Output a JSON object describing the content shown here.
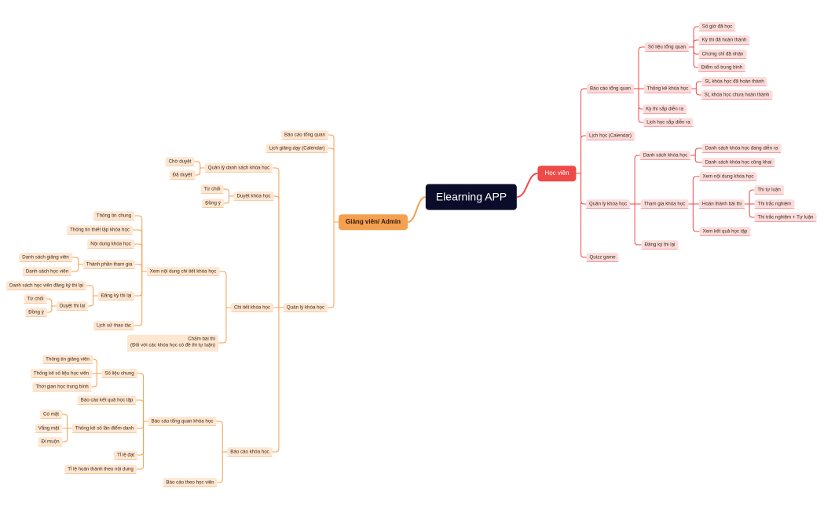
{
  "root": {
    "label": "Elearning APP"
  },
  "hoc_vien": {
    "label": "Học viên",
    "bao_cao_tong_quan": {
      "label": "Báo cáo tổng quan",
      "so_lieu_tong_quan": {
        "label": "Số liệu tổng quan",
        "items": [
          "Số giờ đã học",
          "Kỳ thi đã hoàn thành",
          "Chứng chỉ đã nhận",
          "Điểm số trung bình"
        ]
      },
      "thong_ke_khoa_hoc": {
        "label": "Thống kê khóa học",
        "items": [
          "SL khóa học đã hoàn thành",
          "SL khóa học chưa hoàn thành"
        ]
      },
      "ky_thi_sap_dien_ra": "Kỳ thi sắp diễn ra",
      "lich_hoc_sap_dien_ra": "Lịch học sắp diễn ra"
    },
    "lich_hoc": "Lịch học (Calendar)",
    "quan_ly_khoa_hoc": {
      "label": "Quản lý khóa học",
      "danh_sach_khoa_hoc": {
        "label": "Danh sách khóa học",
        "items": [
          "Danh sách khóa học đang diễn ra",
          "Danh sách khóa học công khai"
        ]
      },
      "tham_gia_khoa_hoc": {
        "label": "Tham gia khóa học",
        "xem_noi_dung": "Xem nội dung khóa học",
        "hoan_thanh_bai_thi": {
          "label": "Hoàn thành bài thi",
          "items": [
            "Thi tự luận",
            "Thi trắc nghiệm",
            "Thi trắc nghiệm + Tự luận"
          ]
        },
        "xem_ket_qua": "Xem kết quả học tập"
      },
      "dang_ky_thi_lai": "Đăng ký thi lại"
    },
    "quizz_game": "Quizz game"
  },
  "giang_vien": {
    "label": "Giảng viên/ Admin",
    "bao_cao_tong_quan": "Báo cáo tổng quan",
    "lich_giang_day": "Lịch giảng dạy (Calendar)",
    "quan_ly_khoa_hoc": {
      "label": "Quản lý khóa học",
      "quan_ly_danh_sach": {
        "label": "Quản lý danh sách khóa học",
        "items": [
          "Chờ duyệt",
          "Đã duyệt"
        ]
      },
      "duyet_khoa_hoc": {
        "label": "Duyệt khóa học",
        "items": [
          "Từ chối",
          "Đồng ý"
        ]
      },
      "chi_tiet_khoa_hoc": {
        "label": "Chi tiết khóa học",
        "xem_noi_dung": {
          "label": "Xem nội dung chi tiết khóa học",
          "thong_tin_chung": "Thông tin chung",
          "thong_tin_thiet_lap": "Thông tin thiết lập khóa học",
          "noi_dung_khoa_hoc": "Nội dung khóa học",
          "thanh_phan_tham_gia": {
            "label": "Thành phần tham gia",
            "items": [
              "Danh sách giảng viên",
              "Danh sách học viên"
            ]
          },
          "dang_ky_thi_lai": {
            "label": "Đăng ký thi lại",
            "danh_sach": "Danh sách học viên đăng ký thi lại",
            "duyet_thi_lai": {
              "label": "Duyệt thi lại",
              "items": [
                "Từ chối",
                "Đồng ý"
              ]
            }
          },
          "lich_su_thao_tac": "Lịch sử thao tác"
        },
        "cham_bai_thi": "Chấm bài thi\n(Đối với các khóa học có đề thi tự luận)"
      },
      "bao_cao_khoa_hoc": {
        "label": "Báo cáo khóa học",
        "bao_cao_tong_quan_khoa_hoc": {
          "label": "Báo cáo tổng quan khóa học",
          "so_lieu_chung": {
            "label": "Số liệu chung",
            "items": [
              "Thông tin giảng viên",
              "Thống kê số liệu học viên",
              "Thời gian học trung bình"
            ]
          },
          "bao_cao_ket_qua": "Báo cáo kết quả học tập",
          "thong_ke_diem_danh": {
            "label": "Thống kê số lần điểm danh",
            "items": [
              "Có mặt",
              "Vắng mặt",
              "Đi muộn"
            ]
          },
          "ti_le_dat": "Tỉ lệ đạt",
          "ti_le_hoan_thanh": "Tỉ lệ hoàn thành theo nội dung"
        },
        "bao_cao_theo_hoc_vien": "Báo cáo theo học viên"
      }
    }
  },
  "colors": {
    "orange_line": "#f4a04f",
    "red_line": "#ee4a48",
    "orange_bg": "#fde6d2",
    "red_bg": "#fbdcdc",
    "root_bg": "#0b0c2a"
  }
}
